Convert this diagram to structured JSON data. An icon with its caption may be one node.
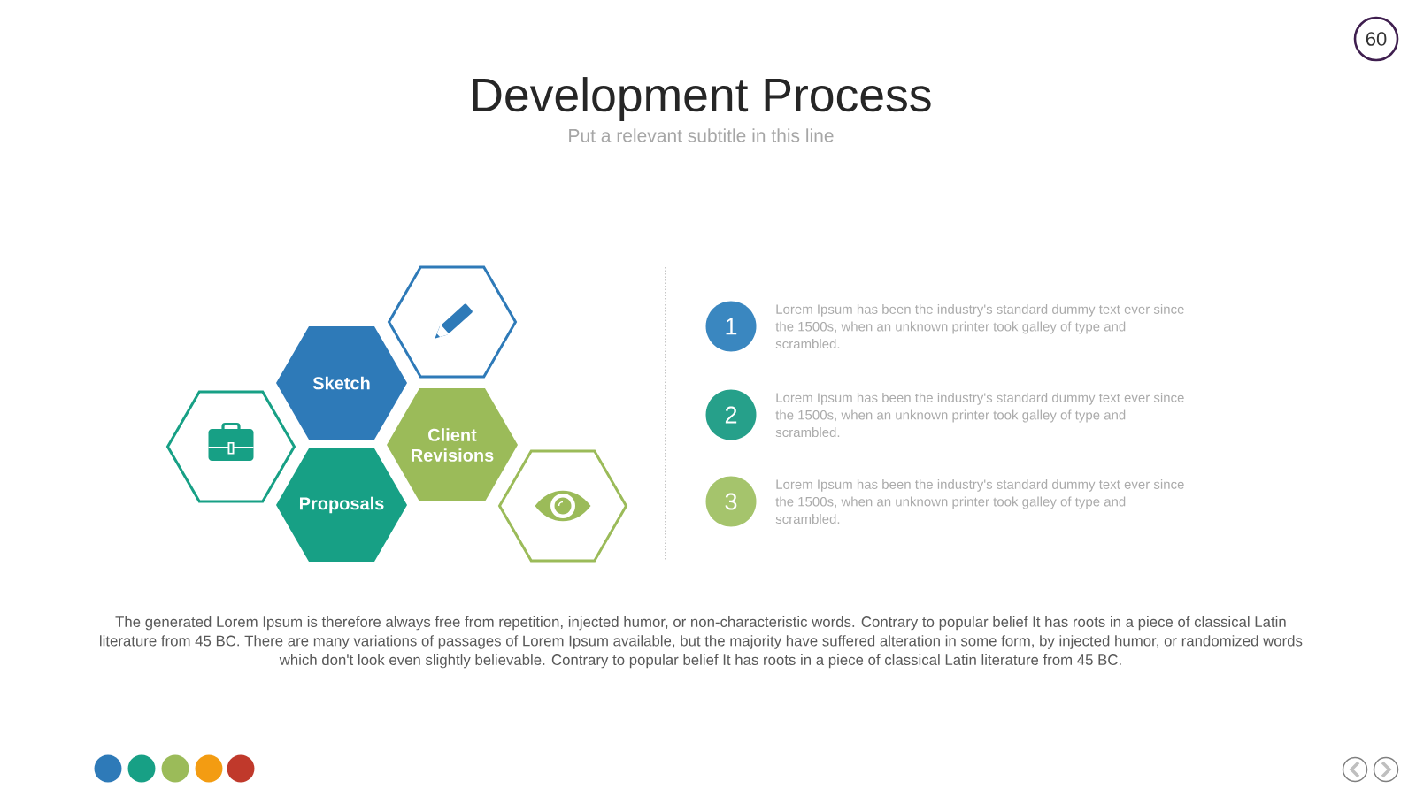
{
  "diagram": {
    "title": "Development Process",
    "nodes": [
      {
        "text": [],
        "shape": "hexagon"
      },
      {
        "text": [
          "Sketch"
        ]
      },
      {
        "text": [
          "Proposals"
        ]
      },
      {
        "text": [],
        "shape": "hexagon"
      },
      {
        "text": [
          "Client Revisions"
        ]
      },
      {
        "text": [],
        "shape": "hexagon"
      },
      {
        "text": [
          "1"
        ],
        "beside": [
          "Lorem Ipsum has been the industry's standard dummy text ever since the 1500s, when an unknown printer took galley of type and scrambled."
        ]
      },
      {
        "text": [
          "2"
        ],
        "beside": [
          "Lorem Ipsum has been the industry's standard dummy text ever since the 1500s, when an unknown printer took galley of type and scrambled."
        ]
      },
      {
        "text": [
          "3"
        ],
        "beside": [
          "Lorem Ipsum has been the industry's standard dummy text ever since the 1500s, when an unknown printer took galley of type and scrambled."
        ]
      },
      {
        "text": [
          "60"
        ]
      }
    ],
    "labels": [
      "Put a relevant subtitle in this line",
      "The generated Lorem Ipsum is therefore always free from repetition, injected humor, or non-characteristic words. Contrary to popular belief It has roots in a piece of classical Latin literature from 45 BC. There are many variations of passages of Lorem Ipsum available, but the majority have suffered alteration in some form, by injected humor, or randomized words which don't look even slightly believable. Contrary to popular belief It has roots in a piece of classical Latin literature from 45 BC."
    ]
  }
}
